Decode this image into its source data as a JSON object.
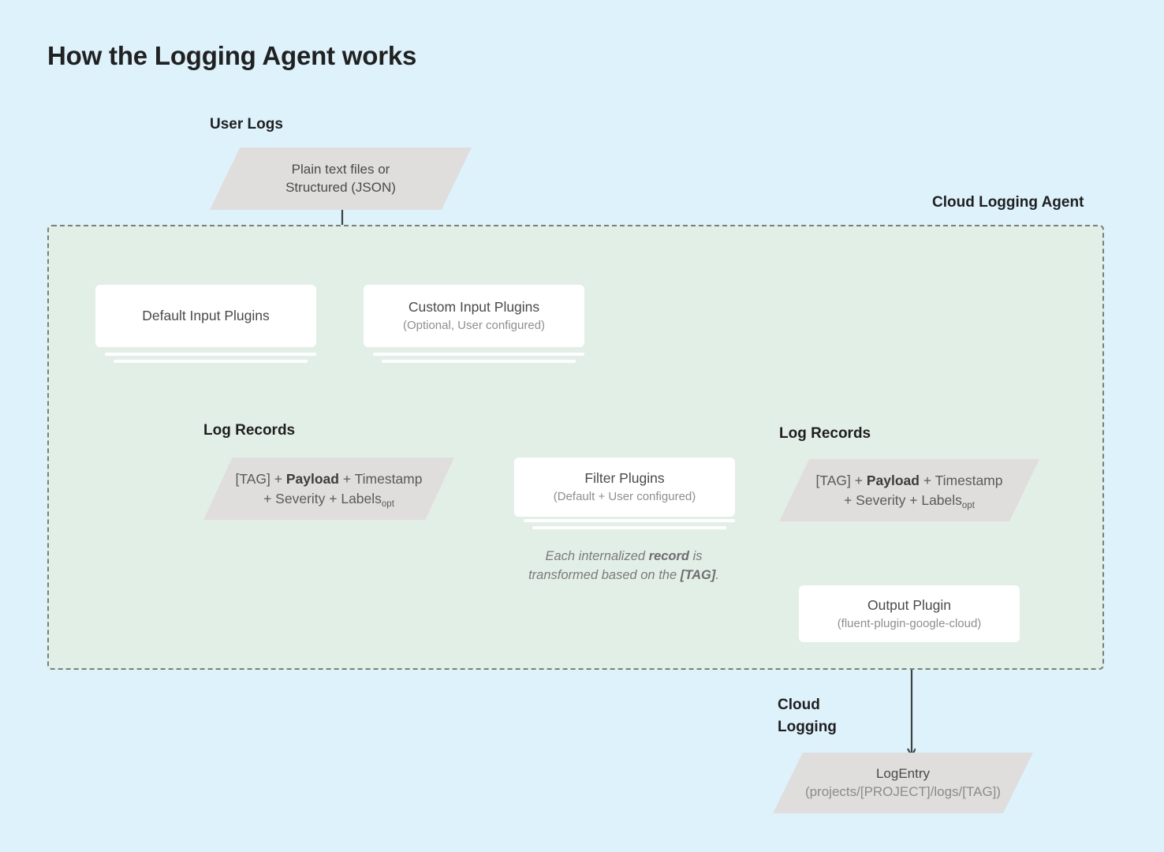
{
  "title": "How the Logging Agent works",
  "colors": {
    "background": "#ddf2fb",
    "agent_panel": "#e2efe6",
    "panel_border": "#78807c",
    "parallelogram": "#e0dedd",
    "card": "#ffffff",
    "connector": "#3c423f",
    "title_text": "#212121",
    "body_text": "#4a4a4a",
    "muted_text": "#8e8e8e"
  },
  "labels": {
    "user_logs": "User Logs",
    "cloud_logging_agent": "Cloud Logging Agent",
    "log_records_left": "Log Records",
    "log_records_right": "Log Records",
    "cloud_logging_line1": "Cloud",
    "cloud_logging_line2": "Logging"
  },
  "nodes": {
    "user_logs_source": {
      "line1": "Plain text files or",
      "line2": "Structured (JSON)"
    },
    "default_input_plugins": {
      "title": "Default Input Plugins",
      "subtitle": ""
    },
    "custom_input_plugins": {
      "title": "Custom Input Plugins",
      "subtitle": "(Optional, User configured)"
    },
    "log_record_left": {
      "line1_a": "[TAG] + ",
      "line1_b": "Payload",
      "line1_c": " + Timestamp",
      "line2_a": "+ Severity + Labels",
      "line2_sub": "opt"
    },
    "filter_plugins": {
      "title": "Filter Plugins",
      "subtitle": "(Default + User configured)"
    },
    "log_record_right": {
      "line1_a": "[TAG] + ",
      "line1_b": "Payload",
      "line1_c": " + Timestamp",
      "line2_a": "+ Severity + Labels",
      "line2_sub": "opt"
    },
    "output_plugin": {
      "title": "Output Plugin",
      "subtitle": "(fluent-plugin-google-cloud)"
    },
    "log_entry": {
      "title": "LogEntry",
      "subtitle": "(projects/[PROJECT]/logs/[TAG])"
    }
  },
  "caption": {
    "line1_a": "Each internalized ",
    "line1_b": "record",
    "line1_c": " is",
    "line2_a": "transformed based on the ",
    "line2_b": "[TAG]",
    "line2_c": "."
  }
}
